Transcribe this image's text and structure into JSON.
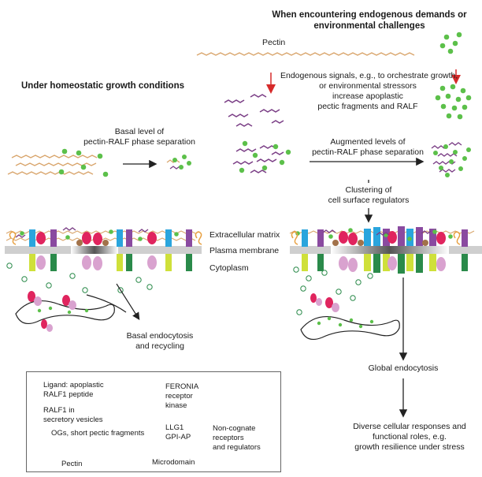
{
  "headings": {
    "homeostatic": "Under homeostatic growth conditions",
    "challenges_line1": "When encountering endogenous demands or",
    "challenges_line2": "environmental challenges"
  },
  "labels": {
    "pectin_top": "Pectin",
    "endo_line1": "Endogenous signals, e.g., to orchestrate growth,",
    "endo_line2": "or environmental stressors",
    "endo_line3": "increase apoplastic",
    "endo_line4": "pectic fragments and RALF",
    "basal_line1": "Basal level of",
    "basal_line2": "pectin-RALF phase separation",
    "aug_line1": "Augmented levels of",
    "aug_line2": "pectin-RALF phase separation",
    "cluster_line1": "Clustering of",
    "cluster_line2": "cell surface regulators",
    "ecm": "Extracellular matrix",
    "pm": "Plasma membrane",
    "cyto": "Cytoplasm",
    "basal_endo_line1": "Basal endocytosis",
    "basal_endo_line2": "and recycling",
    "global_endo": "Global endocytosis",
    "diverse_line1": "Diverse cellular responses and",
    "diverse_line2": "functional roles, e.g.",
    "diverse_line3": "growth resilience under stress"
  },
  "legend": {
    "ligand_line1": "Ligand: apoplastic",
    "ligand_line2": "RALF1 peptide",
    "ralf_vesicle_line1": "RALF1 in",
    "ralf_vesicle_line2": "secretory vesicles",
    "ogs": "OGs, short pectic fragments",
    "pectin": "Pectin",
    "feronia_line1": "FERONIA",
    "feronia_line2": "receptor",
    "feronia_line3": "kinase",
    "llg1_line1": "LLG1",
    "llg1_line2": "GPI-AP",
    "microdomain": "Microdomain",
    "noncognate_line1": "Non-cognate",
    "noncognate_line2": "receptors",
    "noncognate_line3": "and regulators"
  },
  "colors": {
    "ralf_green": "#5cc04a",
    "pectin_tan": "#d9a56c",
    "og_purple": "#7b3f86",
    "feronia_red": "#e0245e",
    "feronia_pink": "#d9a2cf",
    "llg1_brown": "#a2724a",
    "receptor_blue": "#2aa5dd",
    "receptor_purple": "#8a4aa0",
    "receptor_lime": "#cfe03a",
    "receptor_green": "#2a8a4a",
    "membrane_gray": "#cfcfcf"
  }
}
